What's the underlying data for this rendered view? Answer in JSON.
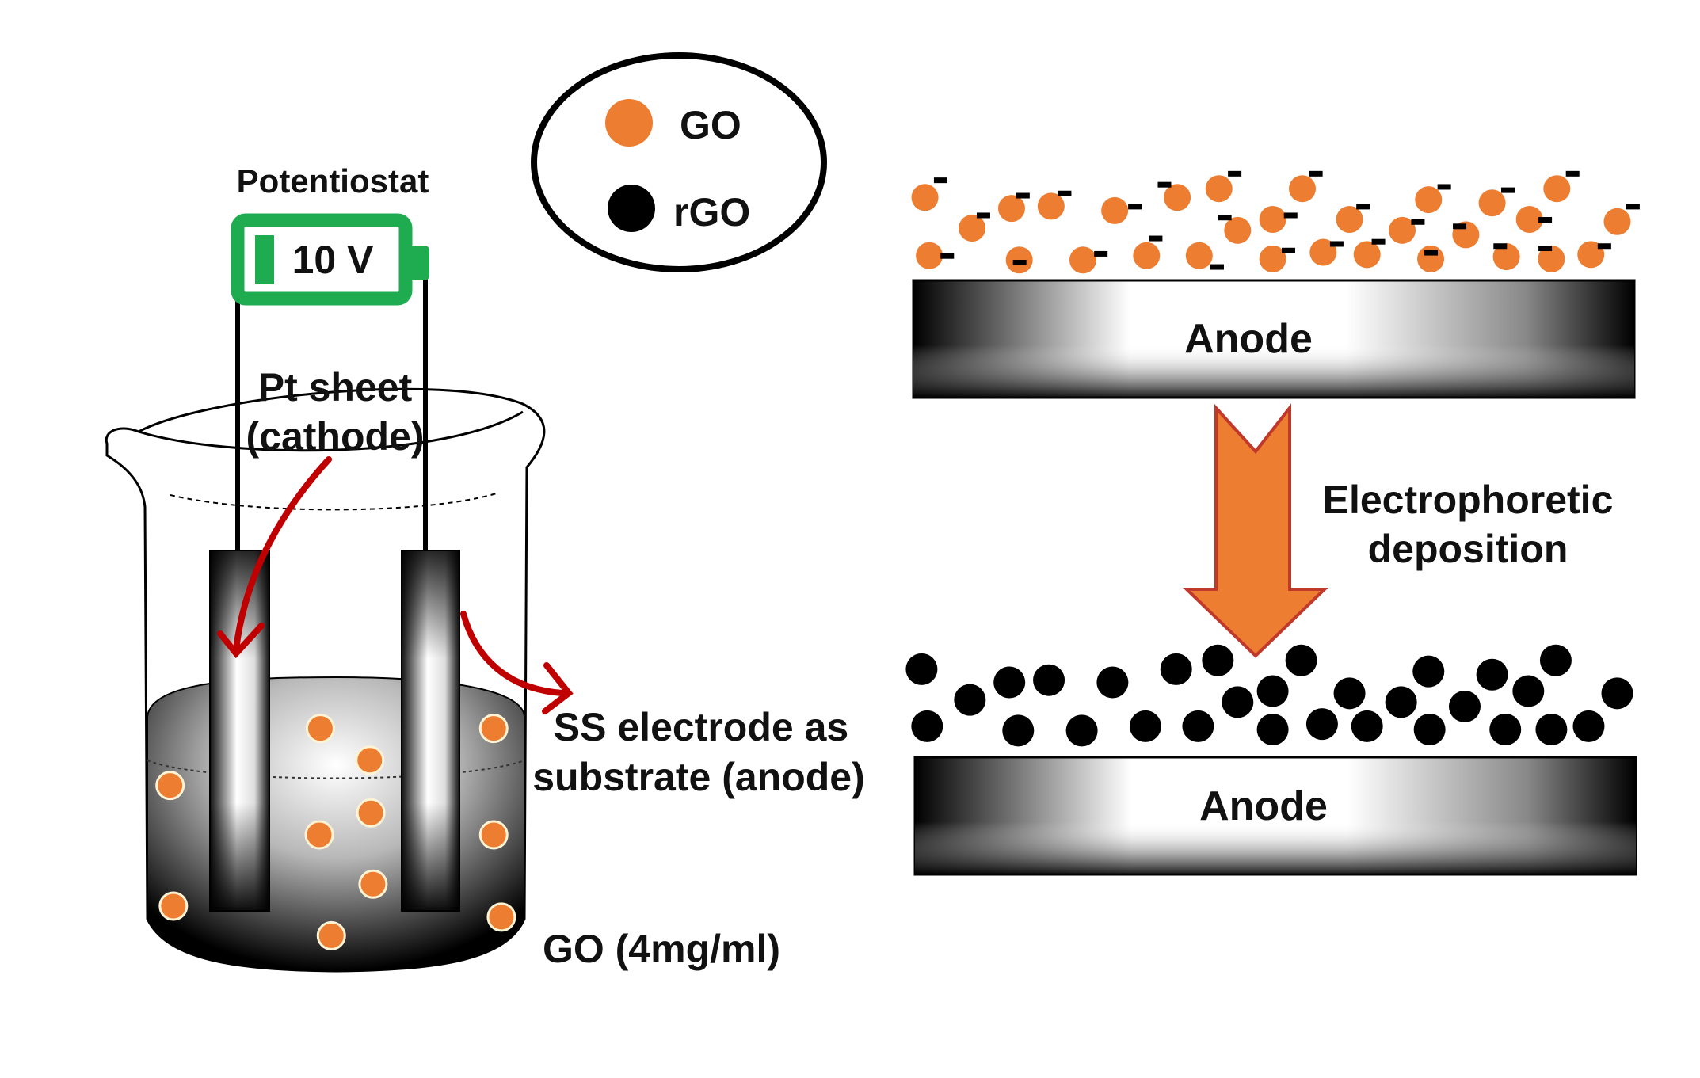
{
  "legend": {
    "items": [
      {
        "label": "GO",
        "color": "#ed7d31"
      },
      {
        "label": "rGO",
        "color": "#000000"
      }
    ]
  },
  "cell": {
    "potentiostat_label": "Potentiostat",
    "voltage": "10 V",
    "battery_color": "#1fab4f",
    "cathode_label_line1": "Pt sheet",
    "cathode_label_line2": "(cathode)",
    "anode_label_line1": "SS electrode as",
    "anode_label_line2": "substrate (anode)",
    "solution_label": "GO (4mg/ml)",
    "pointer_color": "#c00000"
  },
  "process": {
    "top_anode_label": "Anode",
    "bottom_anode_label": "Anode",
    "step_label_line1": "Electrophoretic",
    "step_label_line2": "deposition",
    "arrow_fill": "#ed7d31",
    "arrow_stroke": "#c0392b",
    "charge_symbol": "-"
  },
  "colors": {
    "go": "#ed7d31",
    "rgo": "#000000"
  }
}
